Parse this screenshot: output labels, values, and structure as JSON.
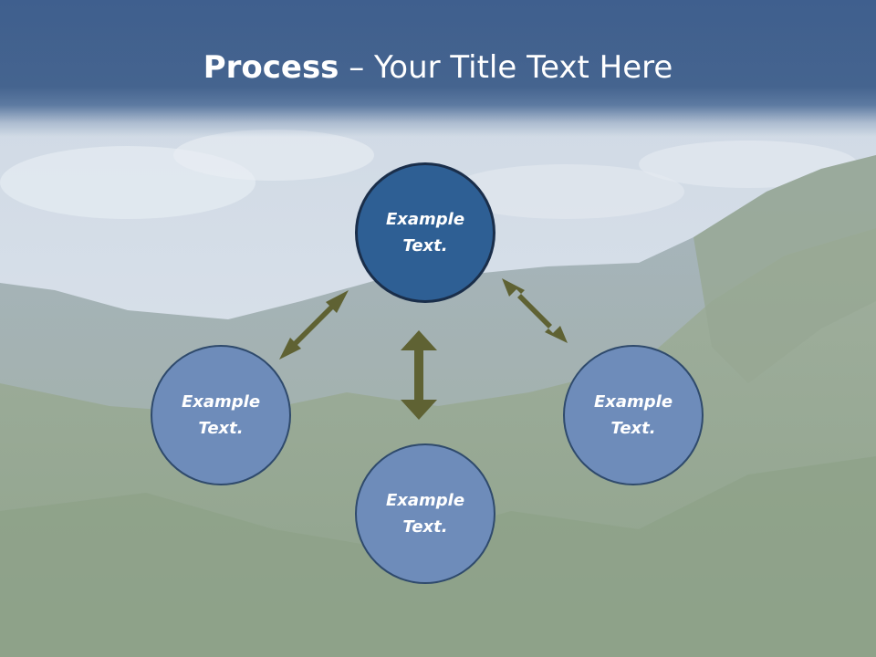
{
  "slide": {
    "title_bold": "Process",
    "title_rest": " – Your Title Text Here"
  },
  "diagram": {
    "nodes": [
      {
        "id": "top",
        "line1": "Example",
        "line2": "Text."
      },
      {
        "id": "left",
        "line1": "Example",
        "line2": "Text."
      },
      {
        "id": "right",
        "line1": "Example",
        "line2": "Text."
      },
      {
        "id": "bottom",
        "line1": "Example",
        "line2": "Text."
      }
    ]
  },
  "colors": {
    "banner": "#45648f",
    "node_highlight": "#2e5f94",
    "node_default": "#6e8cba",
    "arrow": "#5f6233"
  }
}
